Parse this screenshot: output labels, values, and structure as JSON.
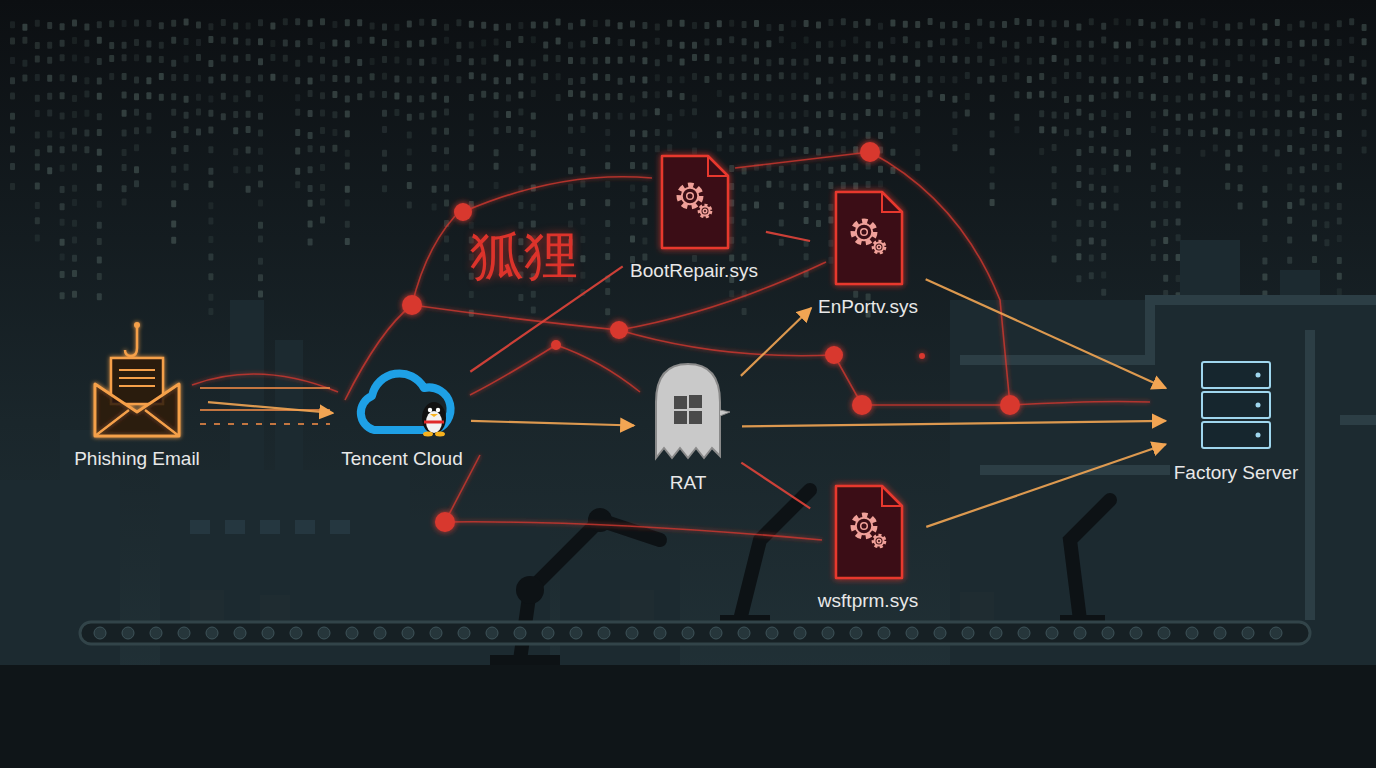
{
  "diagram": {
    "nodes": [
      {
        "text": [
          "Phishing Email"
        ]
      },
      {
        "text": [
          "Tencent Cloud"
        ]
      },
      {
        "text": [
          "BootRepair.sys"
        ]
      },
      {
        "text": [
          "EnPortv.sys"
        ]
      },
      {
        "text": [
          "RAT"
        ]
      },
      {
        "text": [
          "wsftprm.sys"
        ]
      },
      {
        "text": [
          "Factory Server"
        ]
      }
    ],
    "edges": [
      {
        "from": 0,
        "to": 1,
        "arrow": "to"
      },
      {
        "from": 1,
        "to": 4,
        "arrow": "to"
      },
      {
        "from": 1,
        "to": 2,
        "arrow": "none"
      },
      {
        "from": 2,
        "to": 3,
        "arrow": "none"
      },
      {
        "from": 4,
        "to": 3,
        "arrow": "to"
      },
      {
        "from": 4,
        "to": 5,
        "arrow": "none"
      },
      {
        "from": 3,
        "to": 6,
        "arrow": "to"
      },
      {
        "from": 4,
        "to": 6,
        "arrow": "to"
      },
      {
        "from": 5,
        "to": 6,
        "arrow": "to"
      }
    ],
    "labels": [
      "狐狸"
    ]
  }
}
